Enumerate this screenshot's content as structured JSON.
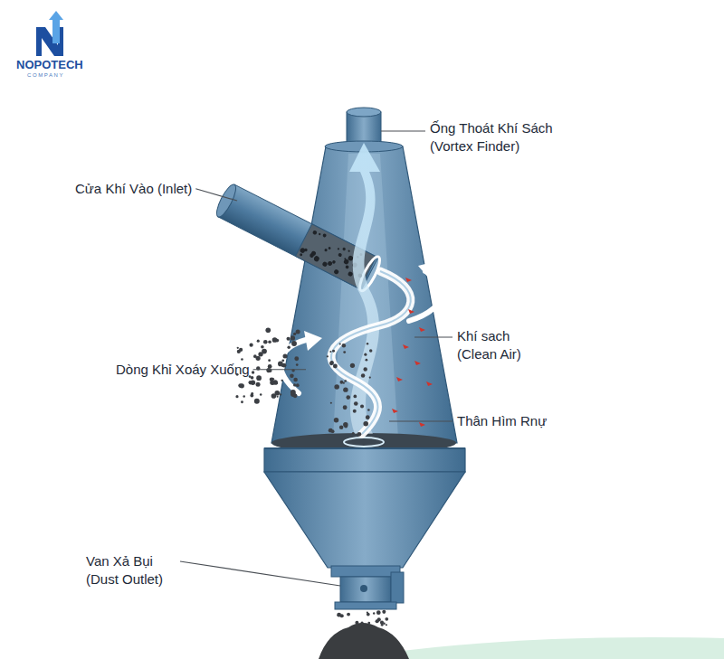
{
  "diagram": {
    "labels": [
      "NOPOTECH",
      "COMPANY",
      "Ống Thoát Khí Sách (Vortex Finder)",
      "Cửa Khí Vào (Inlet)",
      "Khí sach (Clean Air)",
      "Dòng Khỉ Xoáy Xuống",
      "Thân Hìm Rnự",
      "Van Xả Bụi (Dust Outlet)"
    ]
  }
}
